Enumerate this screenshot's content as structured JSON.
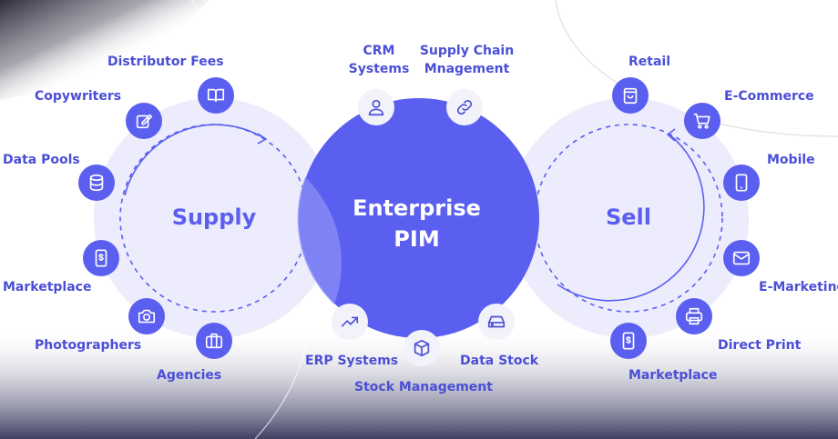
{
  "colors": {
    "accent": "#5b5ff0",
    "label": "#4a4fd6",
    "ring_fill": "#e9e9fb",
    "icon_fill": "#5b5ff0",
    "core_fill": "#5b5ff0",
    "bottom_band": "#3f3f63"
  },
  "supply": {
    "title": "Supply",
    "nodes": [
      {
        "label": "Distributor Fees",
        "icon": "book-open-icon"
      },
      {
        "label": "Copywriters",
        "icon": "pencil-edit-icon"
      },
      {
        "label": "Data Pools",
        "icon": "database-icon"
      },
      {
        "label": "Marketplace",
        "icon": "phone-dollar-icon"
      },
      {
        "label": "Photographers",
        "icon": "camera-icon"
      },
      {
        "label": "Agencies",
        "icon": "briefcase-icon"
      }
    ]
  },
  "core": {
    "title_line1": "Enterprise",
    "title_line2": "PIM",
    "nodes": [
      {
        "label_line1": "CRM",
        "label_line2": "Systems",
        "icon": "user-icon"
      },
      {
        "label_line1": "Supply Chain",
        "label_line2": "Mnagement",
        "icon": "link-icon"
      },
      {
        "label": "ERP Systems",
        "icon": "trend-up-icon"
      },
      {
        "label": "Stock Management",
        "icon": "box-icon"
      },
      {
        "label": "Data Stock",
        "icon": "hard-drive-icon"
      }
    ]
  },
  "sell": {
    "title": "Sell",
    "nodes": [
      {
        "label": "Retail",
        "icon": "shopping-bag-icon"
      },
      {
        "label": "E-Commerce",
        "icon": "cart-icon"
      },
      {
        "label": "Mobile",
        "icon": "mobile-icon"
      },
      {
        "label": "E-Marketing",
        "icon": "mail-icon"
      },
      {
        "label": "Direct Print",
        "icon": "printer-icon"
      },
      {
        "label": "Marketplace",
        "icon": "phone-dollar-icon"
      }
    ]
  }
}
